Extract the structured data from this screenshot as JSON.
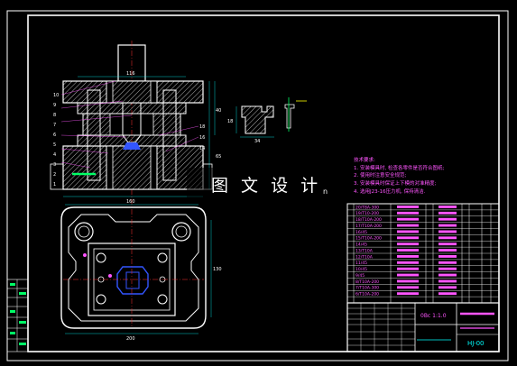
{
  "watermark": {
    "text": "图 文 设 计",
    "suffix": "n"
  },
  "technical_notes": {
    "heading": "技术要求:",
    "items": [
      "1. 安装模具时, 检查各零件是否符合图纸;",
      "2. 使用时注意安全规范;",
      "3. 安装模具时保证上下模的对准精度;",
      "4. 选用J23-16压力机, 保持清洁."
    ]
  },
  "title_block": {
    "scale": "0Bc  1:1.0",
    "drawing_no": "HJ-00"
  },
  "parts_list_rows": [
    "20/T8A-300",
    "19/T10-200",
    "18/T10A-200",
    "17/T10A-200",
    "16/45",
    "15/T10A-200",
    "14/45",
    "13/T10A",
    "12/T10A",
    "11/45",
    "10/45",
    "9/45",
    "8/T10A-200",
    "7/T10A-300",
    "6/T10A-200"
  ],
  "dimensions": {
    "top_width": "116",
    "side_a": "40",
    "side_b": "65",
    "plan_width": "160",
    "plan_height": "130",
    "plan_bottom": "200",
    "detail_width": "34",
    "detail_height": "18"
  },
  "colors": {
    "outline": "#ffffff",
    "part": "#ffffff",
    "dim": "#00ffff",
    "hatch": "#ffffff",
    "annot": "#ff55ff",
    "blank": "#3355ff",
    "center": "#ff3333",
    "title": "#ffff00"
  }
}
